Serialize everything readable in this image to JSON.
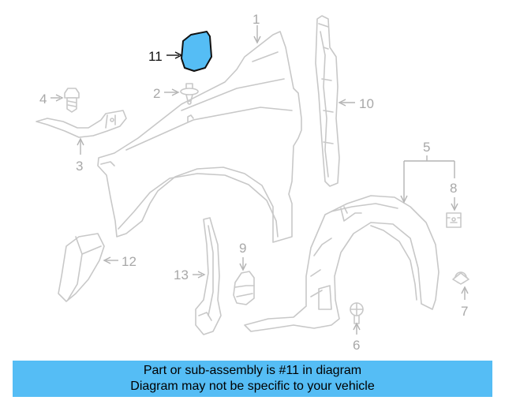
{
  "labels": {
    "n1": "1",
    "n2": "2",
    "n3": "3",
    "n4": "4",
    "n5": "5",
    "n6": "6",
    "n7": "7",
    "n8": "8",
    "n9": "9",
    "n10": "10",
    "n11": "11",
    "n12": "12",
    "n13": "13"
  },
  "highlighted_part": "11",
  "highlight_color": "#55bdf5",
  "banner": {
    "line1": "Part or sub-assembly is #11 in diagram",
    "line2": "Diagram may not be specific to your vehicle",
    "color": "#55bdf5"
  }
}
